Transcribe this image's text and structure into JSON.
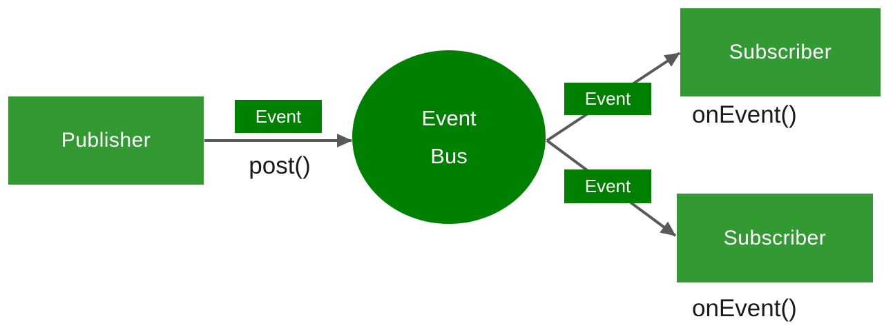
{
  "diagram": {
    "publisher": {
      "label": "Publisher",
      "method_label": "post()"
    },
    "event_bus": {
      "line1": "Event",
      "line2": "Bus"
    },
    "badges": {
      "publisher_event": "Event",
      "top_event": "Event",
      "bottom_event": "Event"
    },
    "subscribers": [
      {
        "label": "Subscriber",
        "method_label": "onEvent()"
      },
      {
        "label": "Subscriber",
        "method_label": "onEvent()"
      }
    ],
    "colors": {
      "node_green": "#339933",
      "accent_green": "#008000",
      "arrow_gray": "#595959",
      "text_color": "#1a1a1a",
      "label_white": "#ffffff"
    }
  }
}
